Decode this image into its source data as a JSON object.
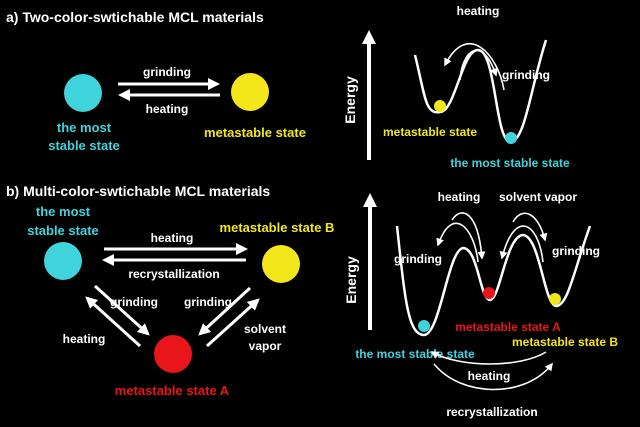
{
  "colors": {
    "background": "#000000",
    "stable": "#3fd3dc",
    "metastable_a": "#e8161a",
    "metastable_b": "#f3e61a",
    "text": "#ffffff",
    "arrow": "#ffffff"
  },
  "panel_a": {
    "heading": "a) Two-color-swtichable MCL materials",
    "grinding": "grinding",
    "heating": "heating",
    "stable_line1": "the most",
    "stable_line2": "stable state",
    "metastable": "metastable state",
    "energy_axis": "Energy",
    "diagram_heating": "heating",
    "diagram_grinding": "grinding",
    "diagram_metastable": "metastable state",
    "diagram_stable": "the most stable state"
  },
  "panel_b": {
    "heading": "b) Multi-color-swtichable MCL materials",
    "stable_line1": "the most",
    "stable_line2": "stable state",
    "metastable_b": "metastable state B",
    "metastable_a": "metastable state A",
    "heating_top": "heating",
    "recrystallization": "recrystallization",
    "grinding_left": "grinding",
    "heating_left": "heating",
    "grinding_right": "grinding",
    "solvent_line1": "solvent",
    "solvent_line2": "vapor",
    "energy_axis": "Energy",
    "diagram_heating": "heating",
    "diagram_solvent": "solvent vapor",
    "diagram_grinding_left": "grinding",
    "diagram_grinding_right": "grinding",
    "diagram_metastable_a": "metastable state A",
    "diagram_metastable_b": "metastable state B",
    "diagram_stable": "the most stable state",
    "diagram_heating_bottom": "heating",
    "diagram_recrystallization": "recrystallization"
  }
}
